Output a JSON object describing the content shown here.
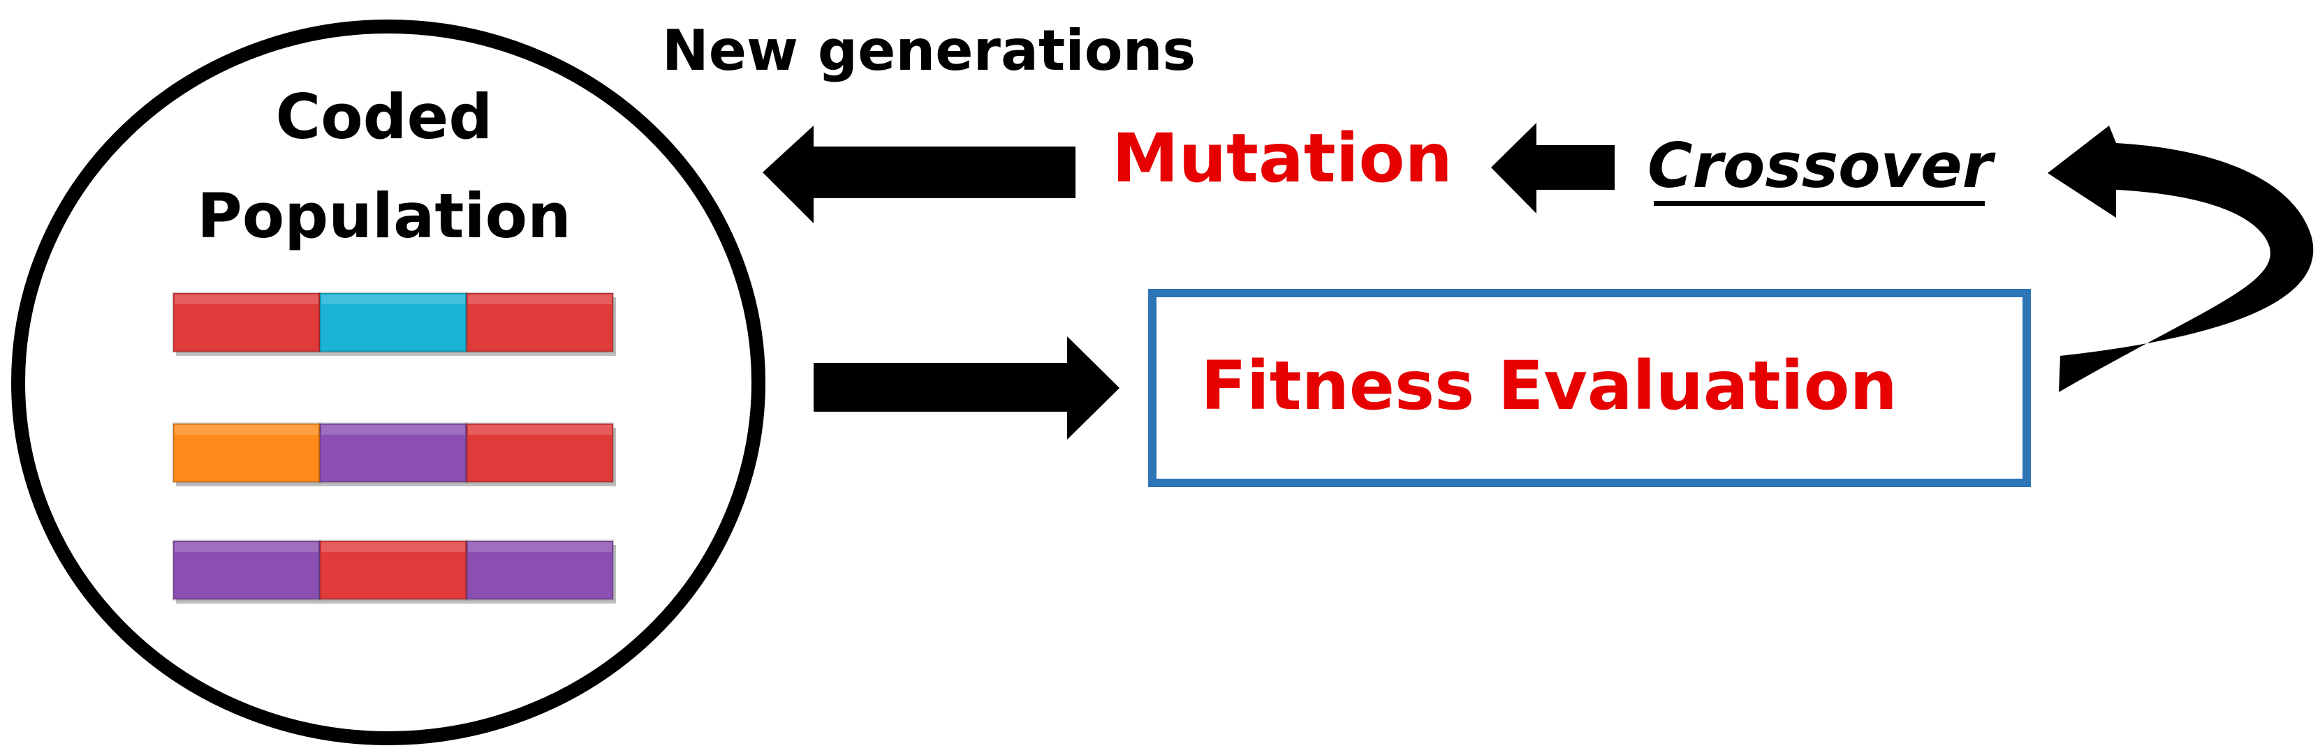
{
  "diagram": {
    "new_generations_label": "New generations",
    "coded_population_line1": "Coded",
    "coded_population_line2": "Population",
    "mutation_label": "Mutation",
    "crossover_label": "Crossover",
    "fitness_evaluation_label": "Fitness Evaluation"
  },
  "colors": {
    "red_text": "#e60000",
    "box_border": "#2e75b6",
    "black": "#000000",
    "gene_red": "#e03a3a",
    "gene_cyan": "#1ab3d6",
    "gene_orange": "#ff8a1a",
    "gene_purple": "#8a4fb0"
  },
  "population": {
    "chromosomes": [
      {
        "genes": [
          "red",
          "cyan",
          "red"
        ]
      },
      {
        "genes": [
          "orange",
          "purple",
          "red"
        ]
      },
      {
        "genes": [
          "purple",
          "red",
          "purple"
        ]
      }
    ]
  }
}
